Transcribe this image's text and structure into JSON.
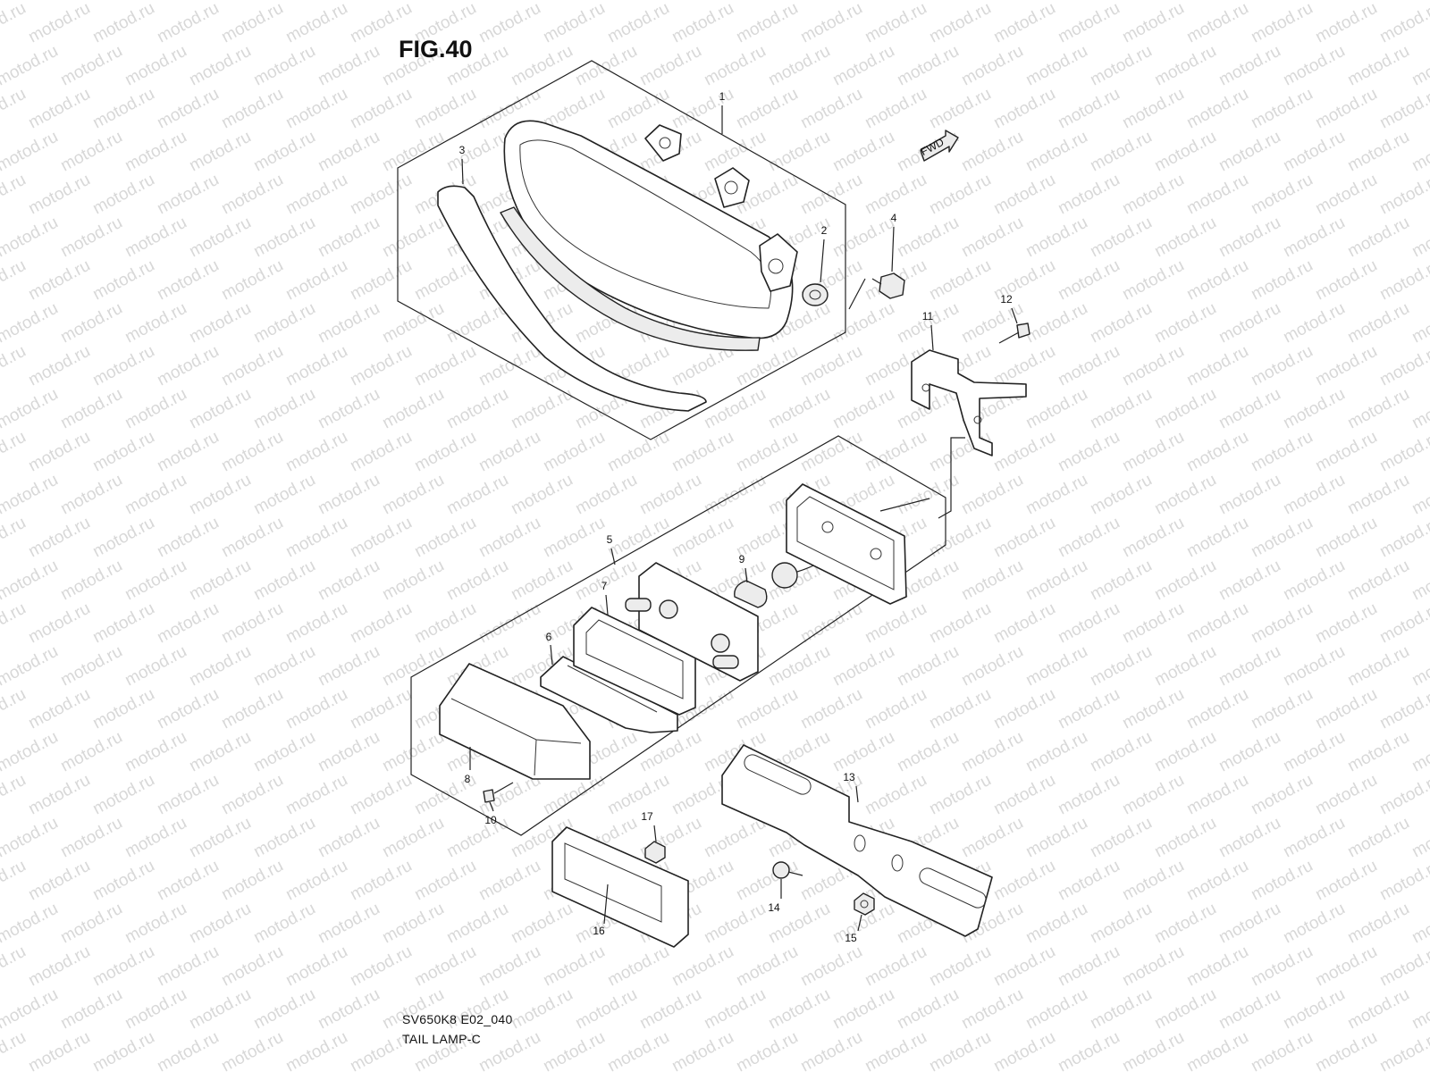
{
  "figure": {
    "title": "FIG.40",
    "code": "SV650K8 E02_040",
    "name": "TAIL LAMP-C",
    "fwd_label": "FWD",
    "watermark": "motod.ru"
  },
  "callouts": [
    {
      "id": "1",
      "label": "1"
    },
    {
      "id": "2",
      "label": "2"
    },
    {
      "id": "3",
      "label": "3"
    },
    {
      "id": "4",
      "label": "4"
    },
    {
      "id": "5",
      "label": "5"
    },
    {
      "id": "6",
      "label": "6"
    },
    {
      "id": "7",
      "label": "7"
    },
    {
      "id": "8",
      "label": "8"
    },
    {
      "id": "9",
      "label": "9"
    },
    {
      "id": "10",
      "label": "10"
    },
    {
      "id": "11",
      "label": "11"
    },
    {
      "id": "12",
      "label": "12"
    },
    {
      "id": "13",
      "label": "13"
    },
    {
      "id": "14",
      "label": "14"
    },
    {
      "id": "15",
      "label": "15"
    },
    {
      "id": "16",
      "label": "16"
    },
    {
      "id": "17",
      "label": "17"
    }
  ],
  "colors": {
    "line": "#222222",
    "watermark": "#d8d8d8",
    "background": "#ffffff"
  }
}
